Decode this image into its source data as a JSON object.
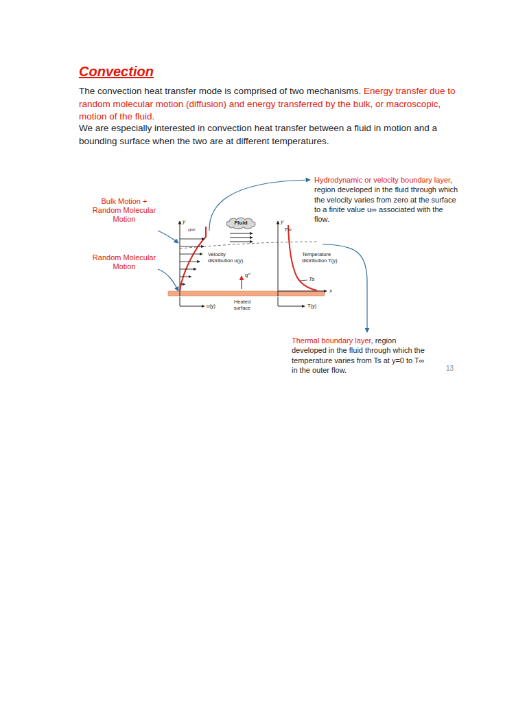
{
  "diagram": {
    "title": "Convection",
    "nodes": [
      {
        "text": [
          "Fluid"
        ]
      }
    ],
    "labels": [
      "The convection heat transfer mode is comprised of two mechanisms.",
      "Energy transfer due to random molecular motion (diffusion) and energy transferred by the bulk, or macroscopic, motion of the fluid.",
      "We are especially interested in convection heat transfer between a fluid in motion and a bounding surface when the two are at different temperatures.",
      "Hydrodynamic or velocity boundary layer",
      ", region developed in the fluid through which the velocity varies from zero at the surface to a finite value u∞ associated with the flow.",
      "Bulk Motion + Random Molecular Motion",
      "Random Molecular Motion",
      "y",
      "u∞",
      "Velocity distribution u(y)",
      "q″",
      "y",
      "T∞",
      "Temperature distribution T(y)",
      "Ts",
      "x",
      "u(y)",
      "Heated surface",
      "T(y)",
      "Thermal boundary layer",
      ", region developed in the fluid through which the temperature varies from Ts at y=0 to T∞ in the outer flow.",
      "13"
    ]
  }
}
